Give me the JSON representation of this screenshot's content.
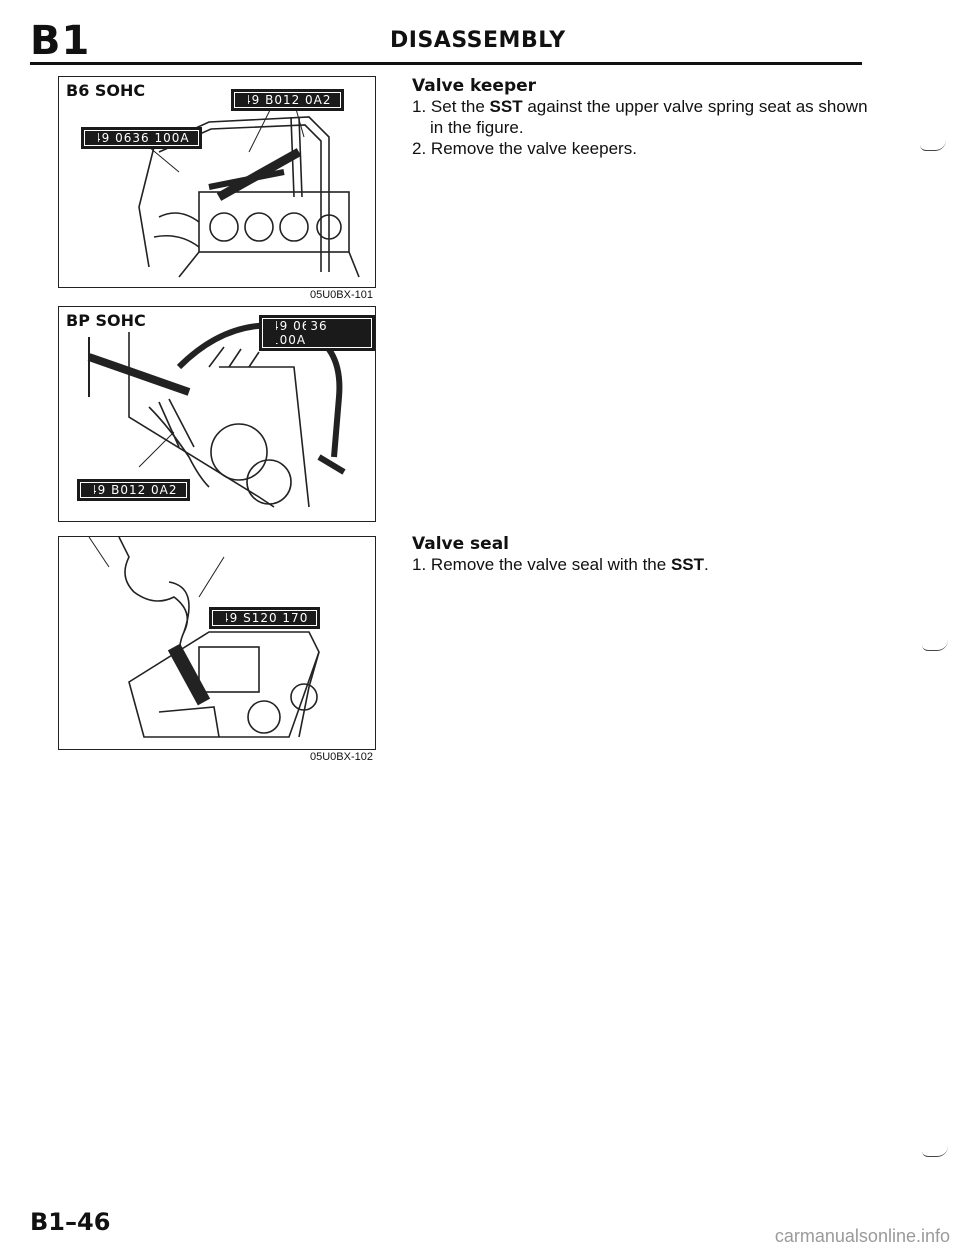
{
  "header": {
    "section_code": "B1",
    "section_title": "DISASSEMBLY"
  },
  "figures": [
    {
      "label": "B6 SOHC",
      "tool_tags": [
        "49 B012 0A2",
        "49 0636 100A"
      ]
    },
    {
      "label": "BP SOHC",
      "tool_tags": [
        "49 0636 100A",
        "49 B012 0A2"
      ],
      "code": "05U0BX-101"
    },
    {
      "label": "",
      "tool_tags": [
        "49 S120 170"
      ],
      "code": "05U0BX-102"
    }
  ],
  "sections": [
    {
      "heading": "Valve keeper",
      "steps": [
        {
          "num": "1.",
          "pre": "Set the ",
          "bold": "SST",
          "post": " against the upper valve spring seat as shown",
          "cont": "in the figure."
        },
        {
          "num": "2.",
          "text": "Remove the valve keepers."
        }
      ]
    },
    {
      "heading": "Valve seal",
      "steps": [
        {
          "num": "1.",
          "pre": "Remove the valve seal with the ",
          "bold": "SST",
          "post": "."
        }
      ]
    }
  ],
  "footer": {
    "page_number": "B1–46",
    "watermark": "carmanualsonline.info"
  }
}
